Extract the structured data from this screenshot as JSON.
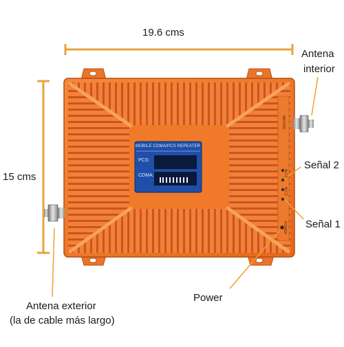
{
  "dimensions": {
    "width_label": "19.6 cms",
    "height_label": "15 cms"
  },
  "callouts": {
    "indoor_antenna": [
      "Antena",
      "interior"
    ],
    "outdoor_antenna": [
      "Antena exterior",
      "(la de cable más largo)"
    ],
    "signal_2": "Señal 2",
    "signal_1": "Señal 1",
    "power": "Power"
  },
  "display": {
    "title": "MOBILE CDMA/PCS REPEATER",
    "row1": "PCS:",
    "row2": "CDMA:"
  },
  "port_labels": {
    "indoor": "INDOOR",
    "alc2": "ALC2",
    "alc1": "ALC1",
    "power": "POWER"
  },
  "colors": {
    "dimension_line": "#e8a33c",
    "callout_line": "#f0a030",
    "body_orange": "#f07a2a",
    "display_blue": "#1f4fa8"
  }
}
